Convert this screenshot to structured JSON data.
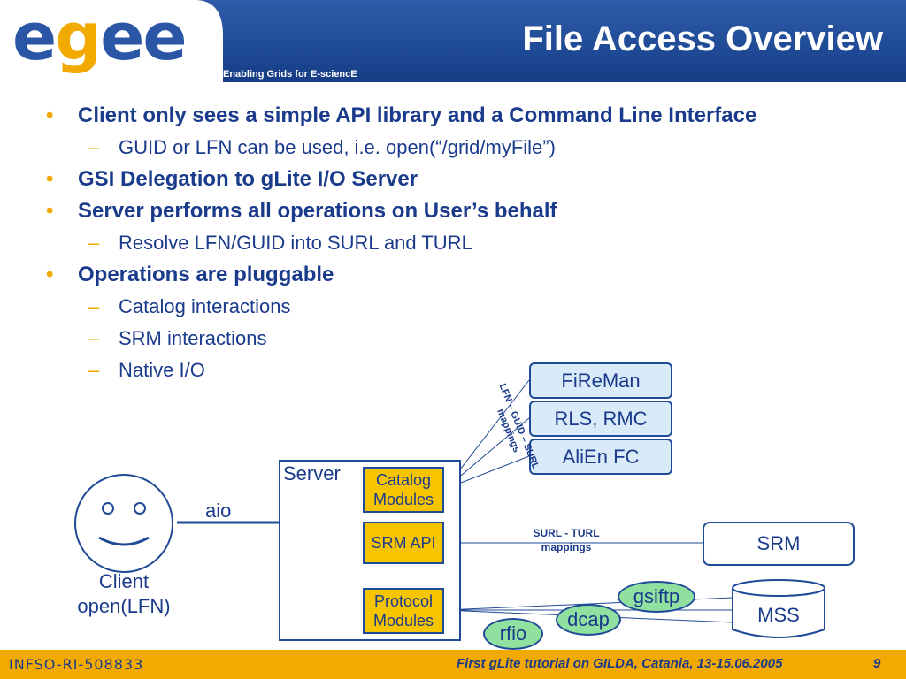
{
  "header": {
    "logo_e1": "e",
    "logo_g": "g",
    "logo_e2": "ee",
    "tagline": "Enabling Grids for E-sciencE",
    "title": "File Access Overview"
  },
  "bullets": [
    {
      "level": 1,
      "text": "Client only sees a simple API library and a Command Line Interface"
    },
    {
      "level": 2,
      "text": "GUID or LFN can be used, i.e. open(“/grid/myFile”)"
    },
    {
      "level": 1,
      "text": "GSI Delegation to gLite I/O Server"
    },
    {
      "level": 1,
      "text": "Server performs all operations on User’s behalf"
    },
    {
      "level": 2,
      "text": "Resolve LFN/GUID into SURL and TURL"
    },
    {
      "level": 1,
      "text": "Operations are pluggable"
    },
    {
      "level": 2,
      "text": "Catalog interactions"
    },
    {
      "level": 2,
      "text": "SRM interactions"
    },
    {
      "level": 2,
      "text": "Native I/O"
    }
  ],
  "diagram": {
    "catalogs": [
      "FiReMan",
      "RLS, RMC",
      "AliEn FC"
    ],
    "mapping_label_1": "LFN – GUID – SURL mappings",
    "server_label": "Server",
    "modules": {
      "catalog": "Catalog Modules",
      "srm_api": "SRM API",
      "protocol": "Protocol Modules"
    },
    "aio_label": "aio",
    "client_label": "Client",
    "client_call": "open(LFN)",
    "mapping_label_2a": "SURL - TURL",
    "mapping_label_2b": "mappings",
    "srm_label": "SRM",
    "mss_label": "MSS",
    "protocols": [
      "gsiftp",
      "dcap",
      "rfio"
    ]
  },
  "footer": {
    "left": "INFSO-RI-508833",
    "center": "First gLite tutorial on GILDA, Catania, 13-15.06.2005",
    "page": "9"
  },
  "colors": {
    "header_blue": "#1f4a96",
    "accent_orange": "#f2a900",
    "text_blue": "#1a3a8c",
    "module_yellow": "#f7c400",
    "ellipse_green": "#90e0a0",
    "catalog_fill": "#d9eaf8"
  }
}
